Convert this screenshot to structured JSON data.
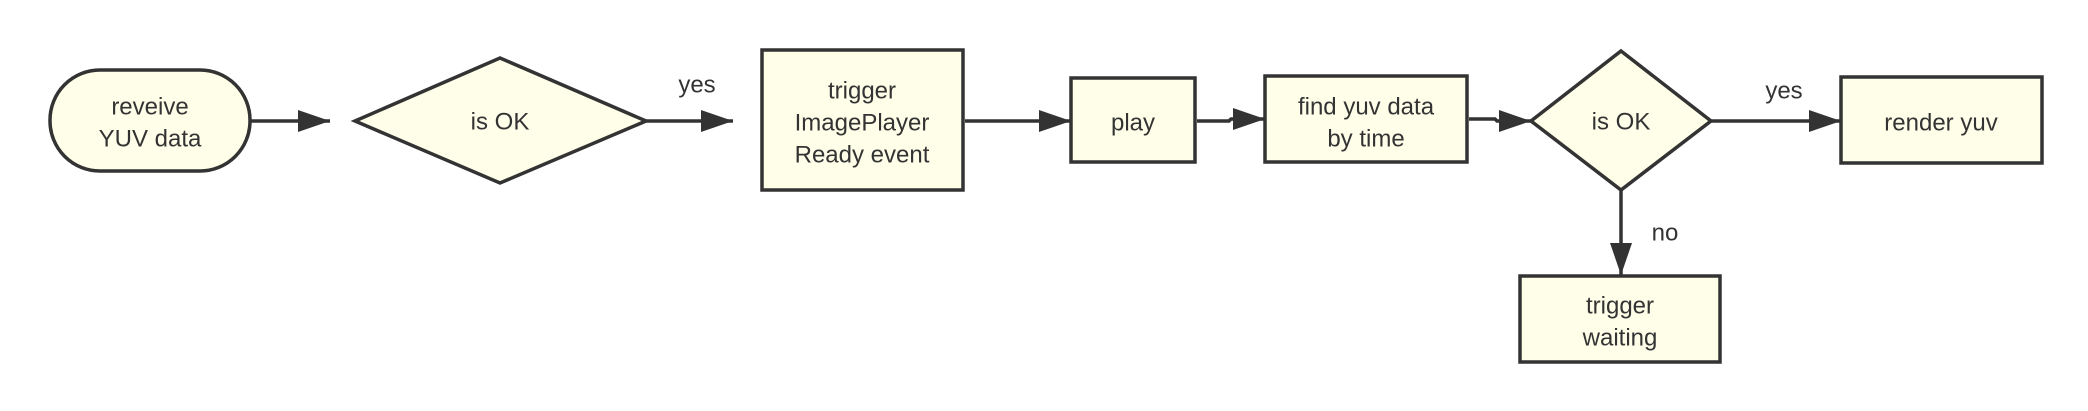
{
  "colors": {
    "node_fill": "#fefee9",
    "stroke": "#333333",
    "text": "#333333",
    "background": "#ffffff"
  },
  "nodes": {
    "receive": {
      "shape": "rounded-terminal",
      "lines": [
        "reveive",
        "YUV data"
      ]
    },
    "is_ok_1": {
      "shape": "diamond",
      "lines": [
        "is OK"
      ]
    },
    "trigger_ready": {
      "shape": "rect",
      "lines": [
        "trigger",
        "ImagePlayer",
        "Ready event"
      ]
    },
    "play": {
      "shape": "rect",
      "lines": [
        "play"
      ]
    },
    "find_yuv": {
      "shape": "rect",
      "lines": [
        "find yuv data",
        "by time"
      ]
    },
    "is_ok_2": {
      "shape": "diamond",
      "lines": [
        "is OK"
      ]
    },
    "render_yuv": {
      "shape": "rect",
      "lines": [
        "render yuv"
      ]
    },
    "trigger_waiting": {
      "shape": "rect",
      "lines": [
        "trigger",
        "waiting"
      ]
    }
  },
  "edges": [
    {
      "from": "receive",
      "to": "is_ok_1",
      "label": ""
    },
    {
      "from": "is_ok_1",
      "to": "trigger_ready",
      "label": "yes"
    },
    {
      "from": "trigger_ready",
      "to": "play",
      "label": ""
    },
    {
      "from": "play",
      "to": "find_yuv",
      "label": ""
    },
    {
      "from": "find_yuv",
      "to": "is_ok_2",
      "label": ""
    },
    {
      "from": "is_ok_2",
      "to": "render_yuv",
      "label": "yes"
    },
    {
      "from": "is_ok_2",
      "to": "trigger_waiting",
      "label": "no"
    }
  ]
}
